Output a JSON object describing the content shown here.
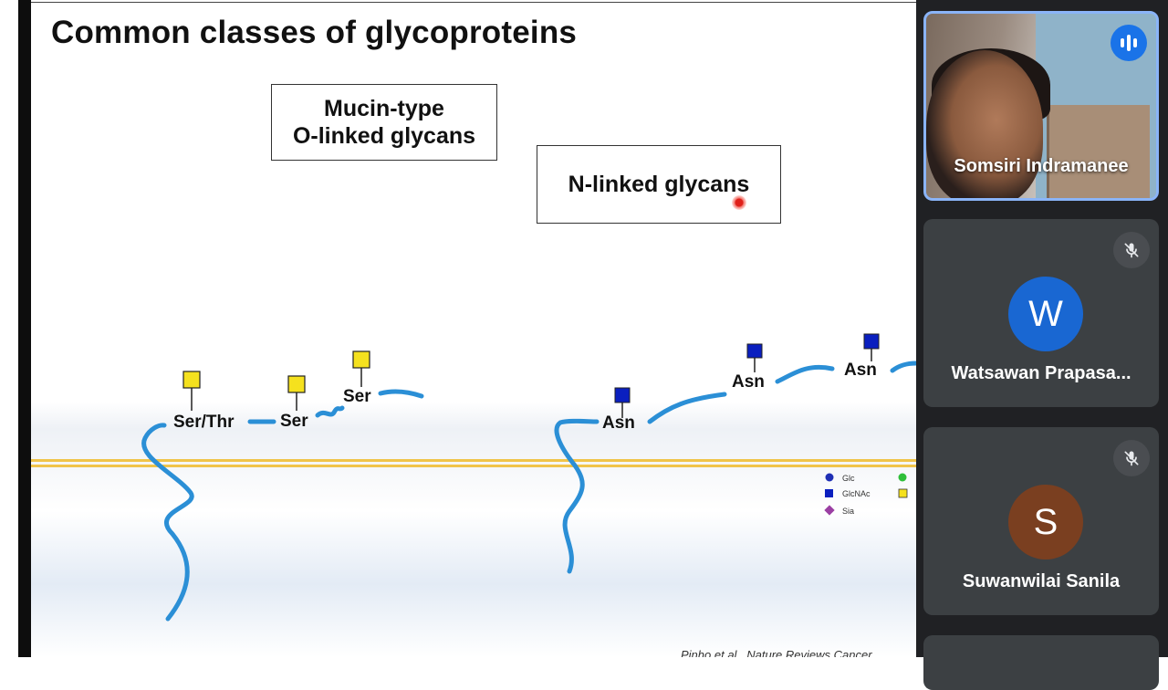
{
  "slide": {
    "title": "Common classes of glycoproteins",
    "box_o_line1": "Mucin-type",
    "box_o_line2": "O-linked glycans",
    "box_n": "N-linked glycans",
    "residues": {
      "ser_thr": "Ser/Thr",
      "ser1": "Ser",
      "ser2": "Ser",
      "asn1": "Asn",
      "asn2": "Asn",
      "asn3": "Asn"
    },
    "legend": {
      "glc": "Glc",
      "glcnac": "GlcNAc",
      "sia": "Sia"
    },
    "citation": "Pinho et al., Nature Reviews Cancer",
    "colors": {
      "chain": "#2b8fd6",
      "galnac_square": "#f5e11e",
      "glcnac_square": "#0a1fbf",
      "membrane": "#f0c44a",
      "sia_diamond": "#9b3fa3",
      "glc_circle": "#1f2fb5",
      "green_circle": "#2fbf3a"
    }
  },
  "participants": [
    {
      "name": "Somsiri Indramanee",
      "speaking": true,
      "video": true,
      "icon": "audio-wave-icon"
    },
    {
      "name": "Watsawan Prapasa...",
      "initial": "W",
      "avatar_color": "#1967d2",
      "muted": true,
      "icon": "mic-off-icon"
    },
    {
      "name": "Suwanwilai Sanila",
      "initial": "S",
      "avatar_color": "#7a3f20",
      "muted": true,
      "icon": "mic-off-icon"
    }
  ]
}
